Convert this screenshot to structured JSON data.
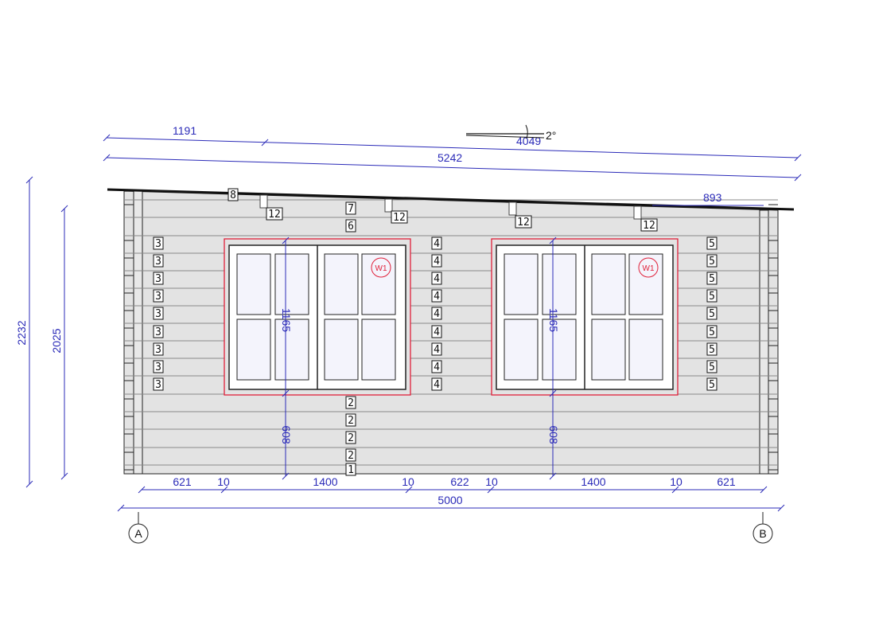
{
  "colors": {
    "wall": "#e3e3e3",
    "log_line": "#888888",
    "outline": "#222222",
    "dimension": "#2b2bb8",
    "window_marker": "#e0203a",
    "glass": "#f4f4fc",
    "roof": "#111111"
  },
  "top_dimensions": {
    "segment_left": "1191",
    "segment_right": "4049",
    "overall": "5242",
    "roof_angle": "2°",
    "overhang": "893"
  },
  "left_dimensions": {
    "outer": "2232",
    "inner": "2025"
  },
  "bottom_dimensions": {
    "segments": [
      "621",
      "10",
      "1400",
      "10",
      "622",
      "10",
      "1400",
      "10",
      "621"
    ],
    "overall": "5000"
  },
  "grid_axes": [
    "A",
    "B"
  ],
  "windows": [
    {
      "tag": "W1",
      "height": "1165",
      "sill": "608"
    },
    {
      "tag": "W1",
      "height": "1165",
      "sill": "608"
    }
  ],
  "log_labels": {
    "sill": "1",
    "lower": "2",
    "left": "3",
    "middle": "4",
    "right": "5",
    "upper": "6",
    "top": "7",
    "gable": "8",
    "purlin": "12"
  }
}
